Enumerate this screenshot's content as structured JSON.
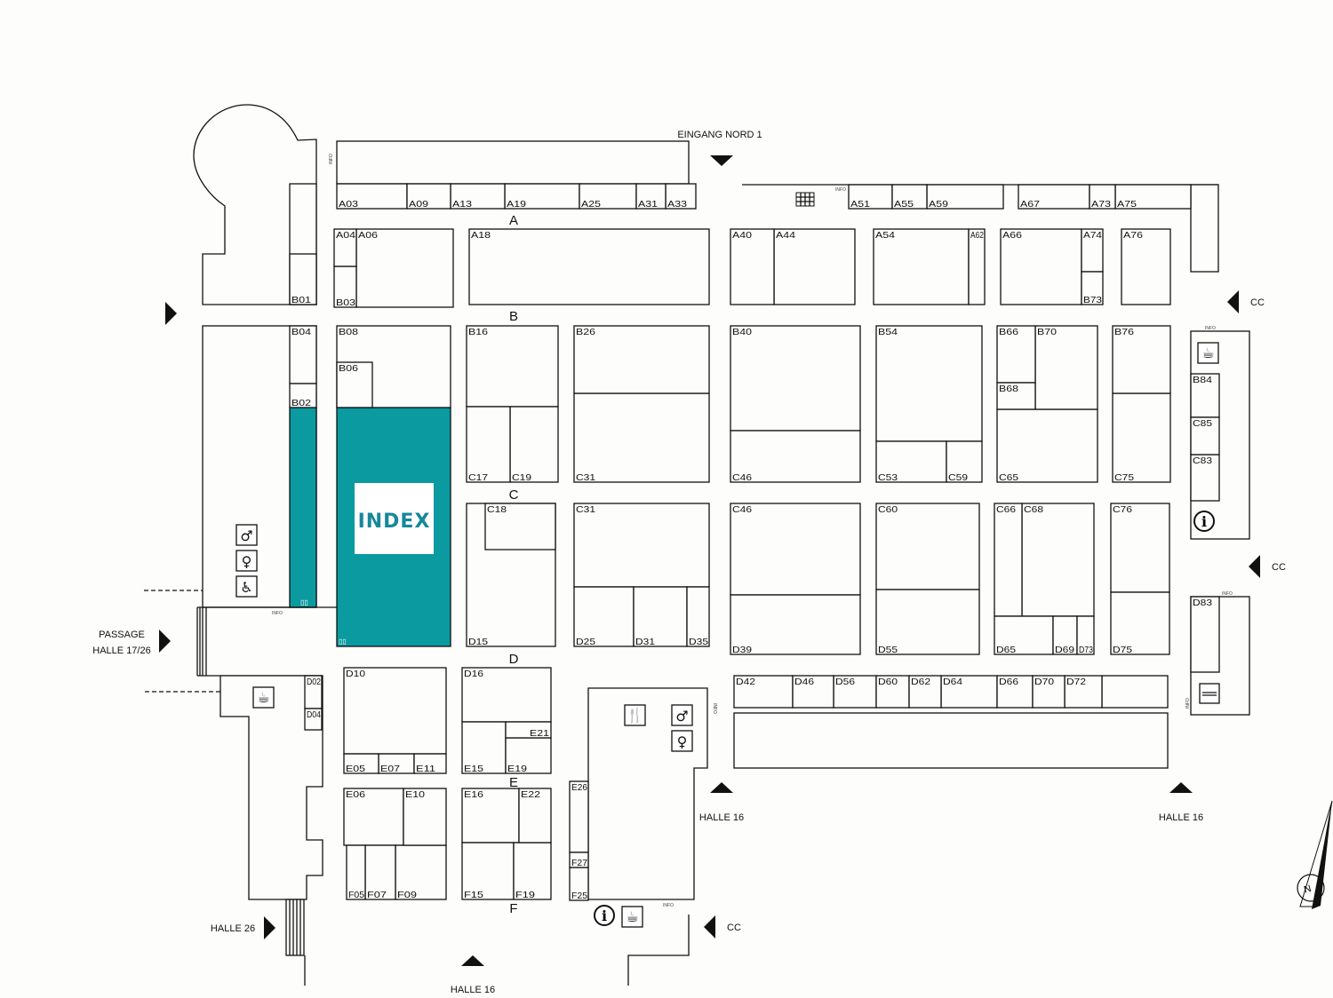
{
  "colors": {
    "teal": "#0a9aa0",
    "index_text": "#17889a",
    "ink": "#111111",
    "background": "#fdfdfb"
  },
  "highlight": {
    "label": "INDEX"
  },
  "signs": {
    "entrance_north": "EINGANG NORD 1",
    "cc_1": "CC",
    "cc_2": "CC",
    "cc_3": "CC",
    "passage_line1": "PASSAGE",
    "passage_line2": "HALLE 17/26",
    "halle26": "HALLE 26",
    "halle16_a": "HALLE 16",
    "halle16_b": "HALLE 16",
    "halle16_c": "HALLE 16",
    "info_label": "INFO"
  },
  "aisles": [
    "A",
    "B",
    "C",
    "D",
    "E",
    "F"
  ],
  "booths": [
    "A03",
    "A09",
    "A13",
    "A19",
    "A25",
    "A31",
    "A33",
    "A51",
    "A55",
    "A59",
    "A67",
    "A73",
    "A75",
    "A04",
    "B03",
    "A06",
    "A18",
    "A40",
    "A44",
    "A54",
    "A62",
    "A66",
    "A74",
    "B73",
    "A76",
    "B01",
    "B04",
    "B02",
    "B08",
    "B06",
    "B16",
    "C17",
    "C19",
    "B26",
    "C31",
    "B40",
    "C46",
    "B54",
    "C53",
    "C59",
    "B66",
    "B68",
    "B70",
    "C65",
    "B76",
    "C75",
    "B84",
    "C85",
    "C83",
    "C18",
    "D15",
    "C31",
    "D25",
    "D31",
    "D35",
    "C46",
    "D39",
    "C60",
    "D55",
    "C66",
    "C68",
    "D65",
    "D69",
    "D73",
    "C76",
    "D75",
    "D83",
    "D42",
    "D46",
    "D56",
    "D60",
    "D62",
    "D64",
    "D66",
    "D70",
    "D72",
    "D02",
    "D04",
    "D10",
    "E05",
    "E07",
    "E11",
    "D16",
    "E15",
    "E21",
    "E19",
    "E06",
    "E10",
    "F05",
    "F07",
    "F09",
    "E16",
    "E22",
    "F15",
    "F19",
    "E26",
    "F27",
    "F25"
  ],
  "icons": {
    "men": "restroom-men-icon",
    "women": "restroom-women-icon",
    "accessible": "accessible-restroom-icon",
    "restaurant": "restaurant-icon",
    "food": "food-drink-icon",
    "info": "information-icon",
    "elevator": "elevator-icon",
    "compass": "north-arrow-icon",
    "compass_letter": "N"
  }
}
